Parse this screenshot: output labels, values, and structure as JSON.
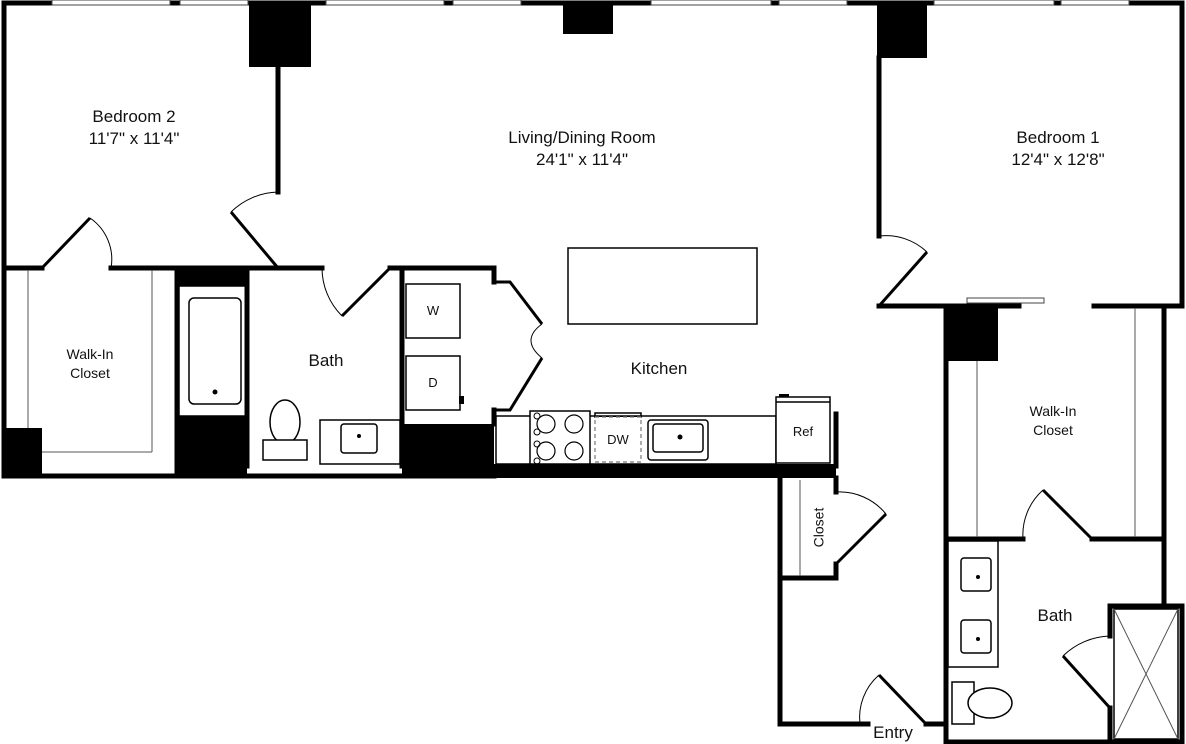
{
  "floor_plan": {
    "rooms": [
      {
        "id": "bedroom-2",
        "name": "Bedroom 2",
        "dimensions": "11'7\" x 11'4\""
      },
      {
        "id": "living-dining",
        "name": "Living/Dining Room",
        "dimensions": "24'1\" x 11'4\""
      },
      {
        "id": "bedroom-1",
        "name": "Bedroom 1",
        "dimensions": "12'4\" x 12'8\""
      },
      {
        "id": "walk-in-closet-2",
        "name": "Walk-In\nCloset",
        "line1": "Walk-In",
        "line2": "Closet"
      },
      {
        "id": "bath-2",
        "name": "Bath"
      },
      {
        "id": "kitchen",
        "name": "Kitchen"
      },
      {
        "id": "walk-in-closet-1",
        "name": "Walk-In Closet",
        "line1": "Walk-In",
        "line2": "Closet"
      },
      {
        "id": "closet",
        "name": "Closet"
      },
      {
        "id": "bath-1",
        "name": "Bath"
      },
      {
        "id": "entry",
        "name": "Entry"
      }
    ],
    "appliances": {
      "washer": "W",
      "dryer": "D",
      "dishwasher": "DW",
      "refrigerator": "Ref"
    },
    "colors": {
      "wall": "#000000",
      "background": "#ffffff",
      "window": "#ffffff"
    }
  }
}
